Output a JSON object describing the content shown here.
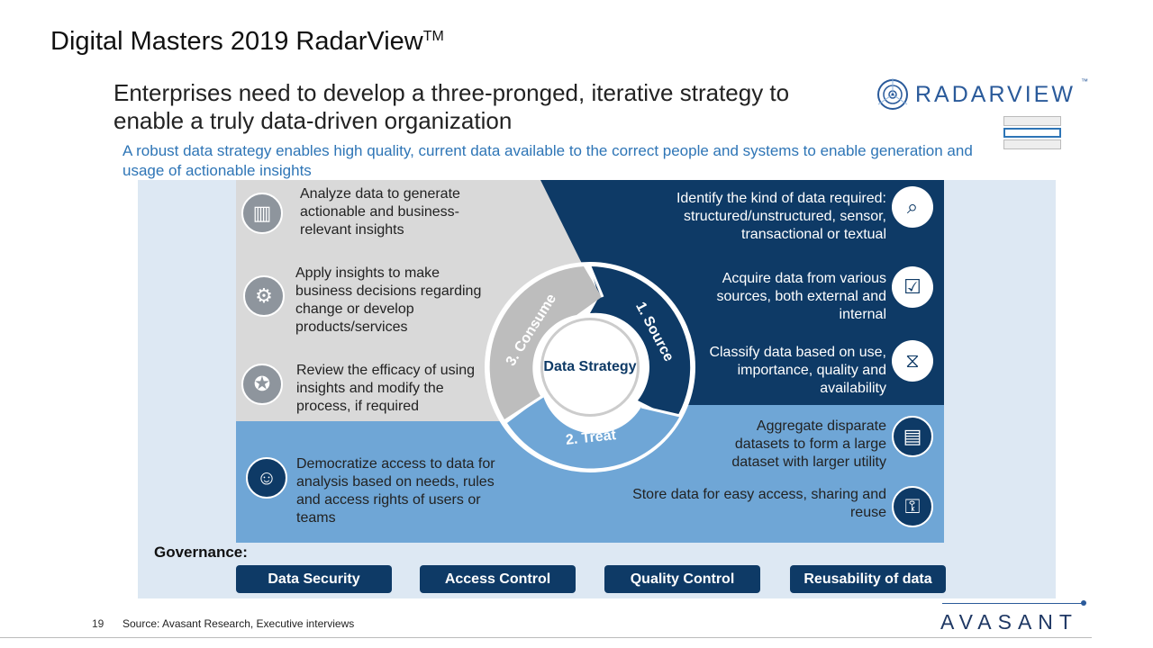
{
  "title": "Digital Masters 2019 RadarView",
  "title_tm": "TM",
  "headline": "Enterprises need to develop a three-pronged, iterative strategy to enable a truly data-driven organization",
  "subline": "A robust data strategy enables high quality, current data available to the correct people and systems to enable generation and usage of actionable insights",
  "logo": {
    "text": "RADARVIEW",
    "tm": "™"
  },
  "center": "Data Strategy",
  "ring": {
    "source": "1. Source",
    "treat": "2. Treat",
    "consume": "3. Consume"
  },
  "consume_items": [
    "Analyze data to generate actionable and business-relevant insights",
    "Apply insights to make business decisions regarding change or develop products/services",
    "Review the efficacy of using insights and modify the process, if required"
  ],
  "source_items": [
    "Identify the kind of data required: structured/unstructured, sensor, transactional or textual",
    "Acquire data from various sources, both external and internal",
    "Classify data based on use, importance, quality and availability"
  ],
  "treat_items": [
    "Aggregate disparate datasets to form a large dataset with larger utility",
    "Store data for easy access, sharing and reuse"
  ],
  "treat_left_item": "Democratize access to data for analysis based on needs, rules and access rights of users or teams",
  "governance": {
    "label": "Governance:",
    "items": [
      "Data Security",
      "Access Control",
      "Quality Control",
      "Reusability of data"
    ]
  },
  "footer": {
    "page": "19",
    "source": "Source: Avasant Research, Executive interviews",
    "brand": "AVASANT"
  },
  "colors": {
    "dark": "#0e3a66",
    "mid": "#6fa6d6",
    "gray": "#d9d9d9",
    "panel": "#dde8f3"
  }
}
